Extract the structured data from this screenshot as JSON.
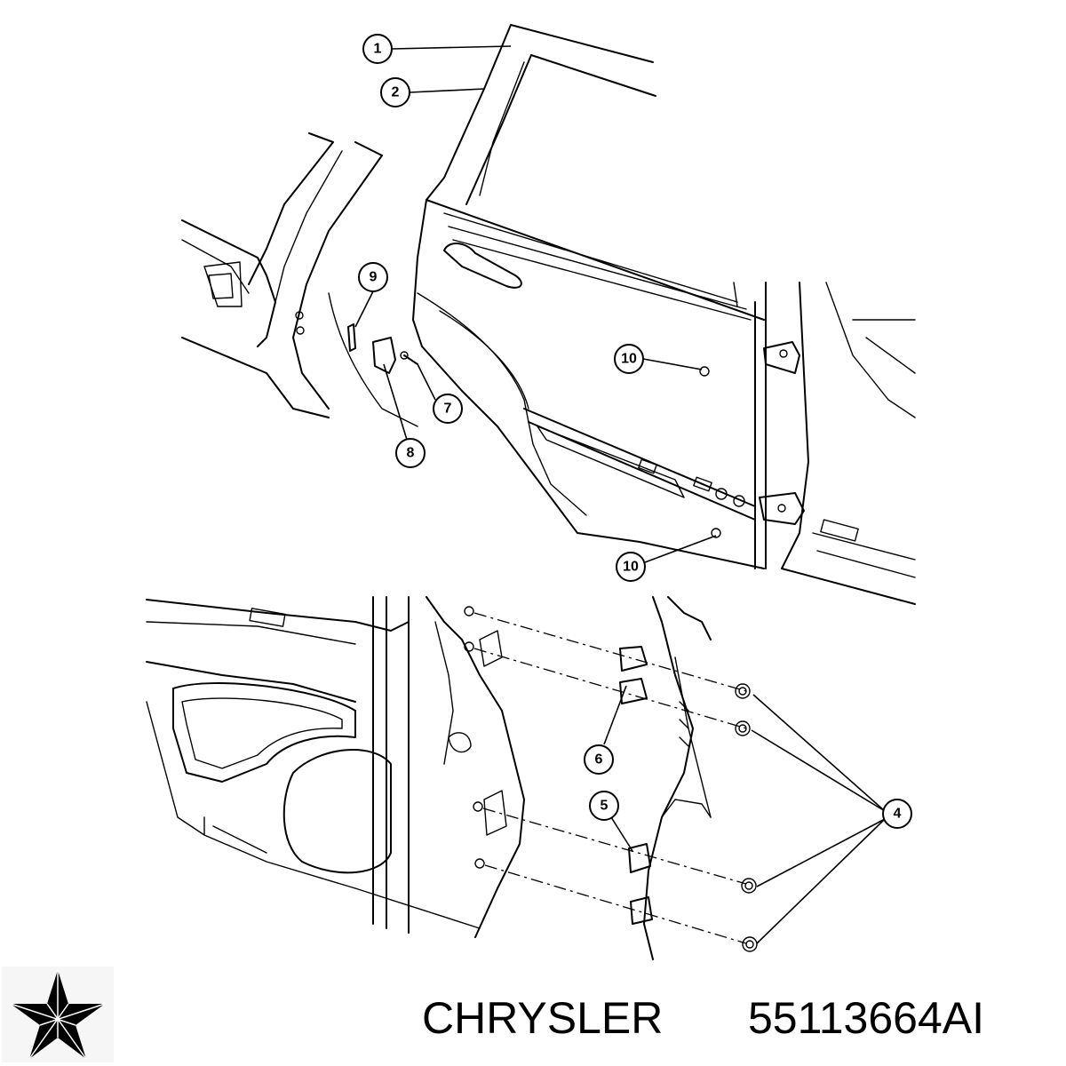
{
  "callouts": {
    "c1": "1",
    "c2": "2",
    "c4": "4",
    "c5": "5",
    "c6": "6",
    "c7": "7",
    "c8": "8",
    "c9": "9",
    "c10a": "10",
    "c10b": "10"
  },
  "footer": {
    "brand": "CHRYSLER",
    "part_number": "55113664AI",
    "logo_icon": "chrysler-pentastar-icon"
  }
}
